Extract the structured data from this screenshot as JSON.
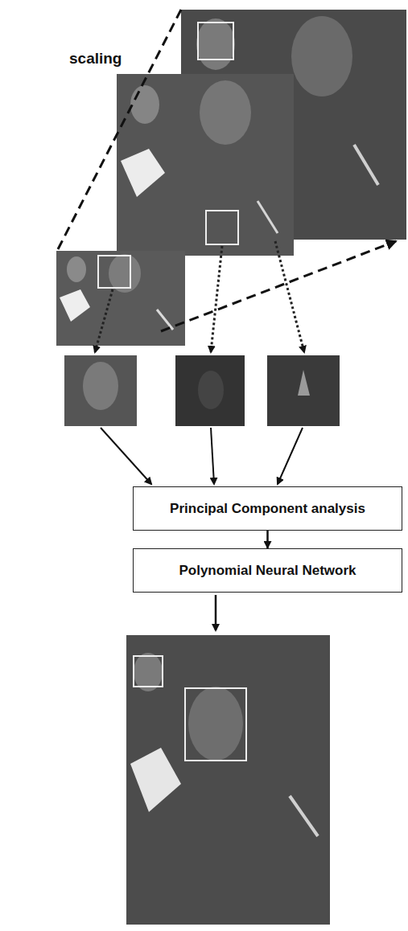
{
  "diagram": {
    "nodes": [
      {
        "text": [
          "Principal Component analysis"
        ]
      },
      {
        "text": [
          "Polynomial Neural Network"
        ]
      }
    ],
    "edges": [
      {
        "from": 0,
        "to": 1,
        "arrow": "to"
      }
    ],
    "labels": [
      "scaling"
    ]
  }
}
